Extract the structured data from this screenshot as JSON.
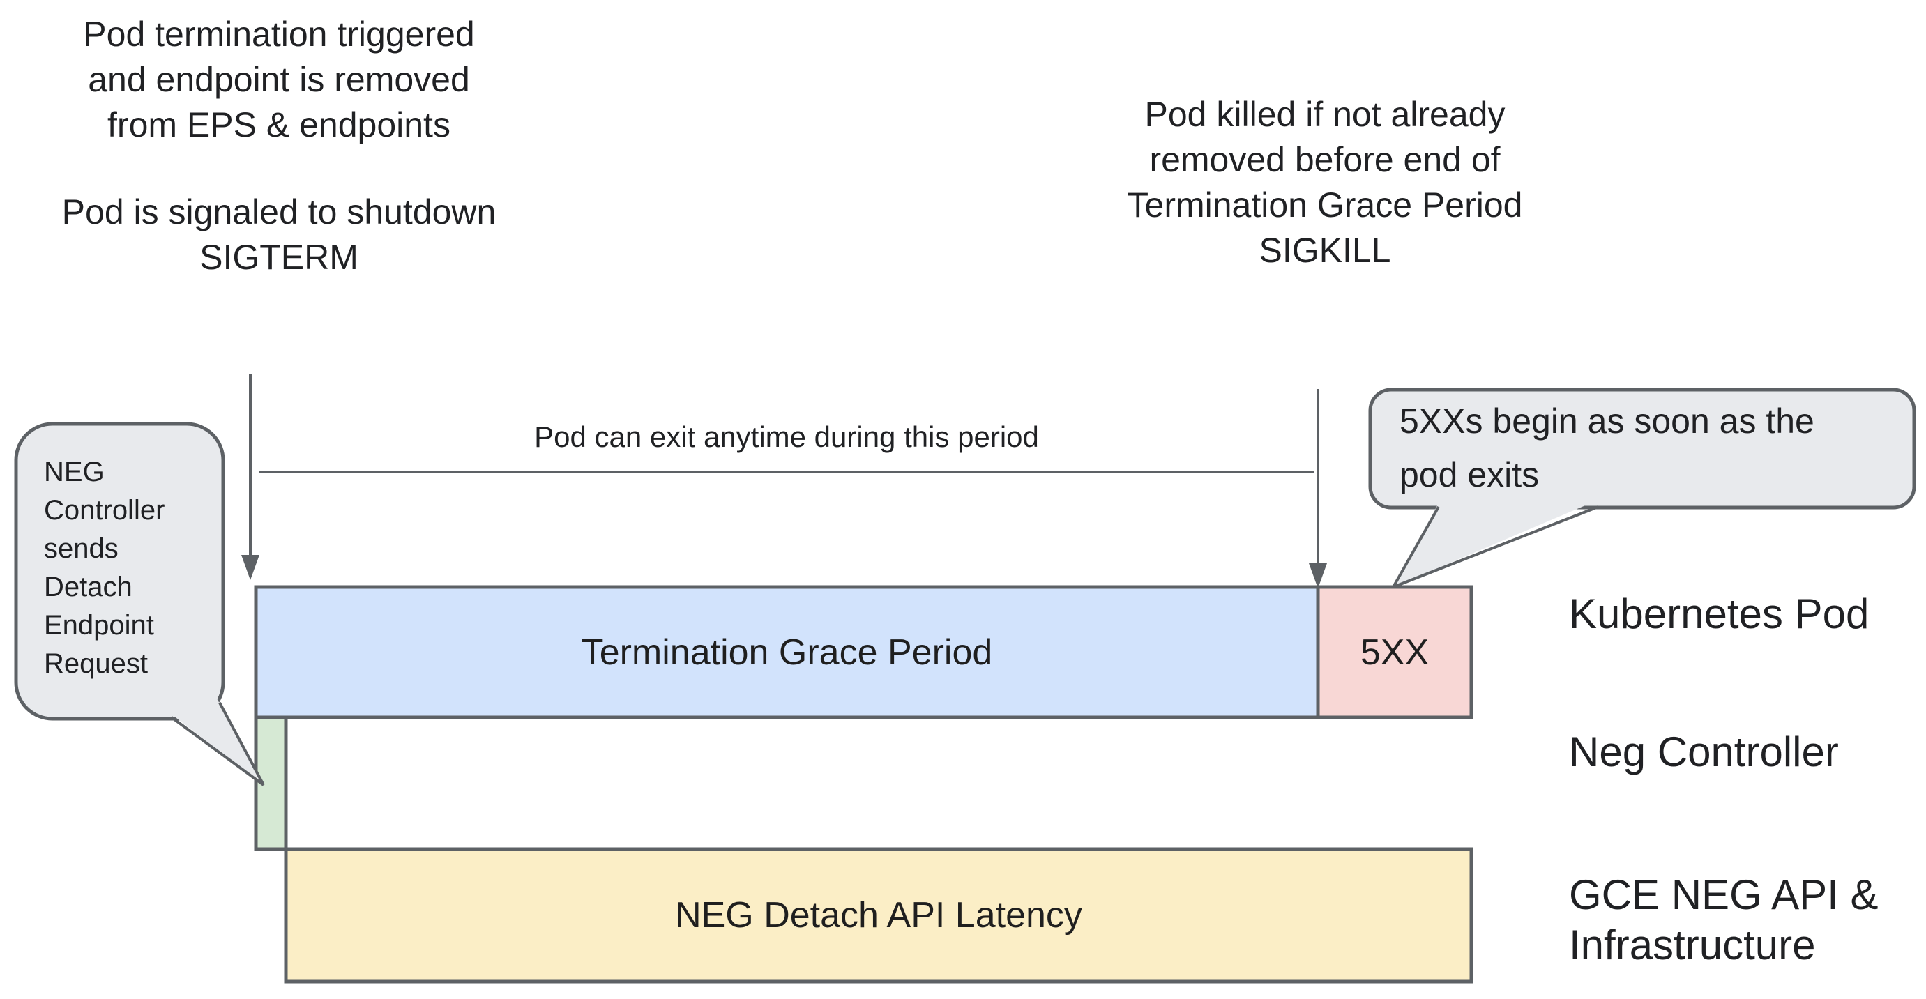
{
  "colors": {
    "grace_bar_fill": "#d2e3fc",
    "error_bar_fill": "#f8d7d5",
    "detach_request_bar_fill": "#d6e9d4",
    "api_latency_bar_fill": "#fbeec6",
    "callout_fill": "#e8eaed",
    "stroke_gray": "#5d6165",
    "text": "#202124"
  },
  "annotations": {
    "pod_termination": "Pod termination triggered\nand endpoint is removed\nfrom EPS & endpoints",
    "pod_signaled": "Pod is signaled to shutdown\nSIGTERM",
    "pod_killed": "Pod killed if not already\nremoved before end of\nTermination Grace Period\nSIGKILL",
    "period_note": "Pod can exit anytime during this period"
  },
  "callouts": {
    "neg_controller": "NEG\nController\nsends\nDetach\nEndpoint\nRequest",
    "five_xx": "5XXs begin as soon as the\npod exits"
  },
  "bars": {
    "grace_label": "Termination Grace Period",
    "five_xx_label": "5XX",
    "api_latency_label": "NEG Detach API Latency"
  },
  "lanes": {
    "kubernetes_pod": "Kubernetes Pod",
    "neg_controller": "Neg Controller",
    "gce_neg": "GCE NEG API &\nInfrastructure"
  }
}
